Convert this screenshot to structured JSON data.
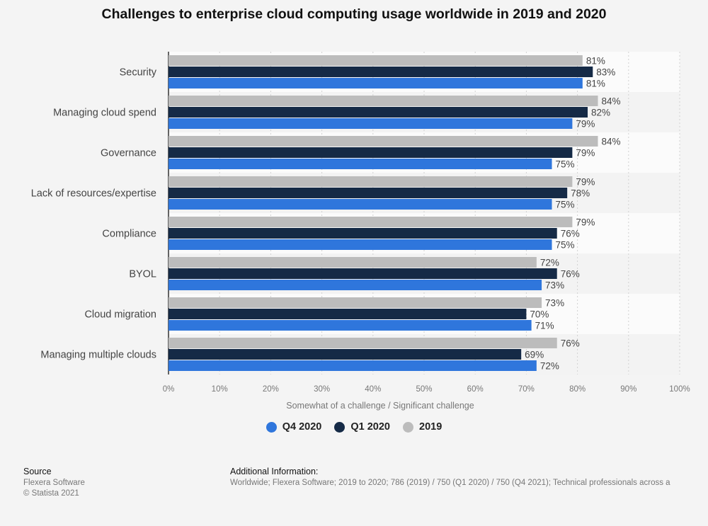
{
  "chart_data": {
    "type": "bar",
    "orientation": "horizontal",
    "title": "Challenges to enterprise cloud computing usage worldwide in 2019 and 2020",
    "xlabel": "Somewhat of a challenge / Significant challenge",
    "ylabel": "",
    "xlim": [
      0,
      100
    ],
    "x_ticks": [
      "0%",
      "10%",
      "20%",
      "30%",
      "40%",
      "50%",
      "60%",
      "70%",
      "80%",
      "90%",
      "100%"
    ],
    "grid": true,
    "legend_position": "bottom",
    "value_suffix": "%",
    "categories": [
      "Security",
      "Managing cloud spend",
      "Governance",
      "Lack of resources/expertise",
      "Compliance",
      "BYOL",
      "Cloud migration",
      "Managing multiple clouds"
    ],
    "series": [
      {
        "name": "2019",
        "color": "#bcbcbc",
        "values": [
          81,
          84,
          84,
          79,
          79,
          72,
          73,
          76
        ]
      },
      {
        "name": "Q1 2020",
        "color": "#152a46",
        "values": [
          83,
          82,
          79,
          78,
          76,
          76,
          70,
          69
        ]
      },
      {
        "name": "Q4 2020",
        "color": "#2f76dc",
        "values": [
          81,
          79,
          75,
          75,
          75,
          73,
          71,
          72
        ]
      }
    ],
    "legend_order": [
      "Q4 2020",
      "Q1 2020",
      "2019"
    ]
  },
  "footer": {
    "source_heading": "Source",
    "source_lines": [
      "Flexera Software",
      "© Statista 2021"
    ],
    "additional_heading": "Additional Information:",
    "additional_text": "Worldwide; Flexera Software; 2019 to 2020; 786 (2019) / 750 (Q1 2020) / 750 (Q4 2021); Technical professionals across a"
  }
}
